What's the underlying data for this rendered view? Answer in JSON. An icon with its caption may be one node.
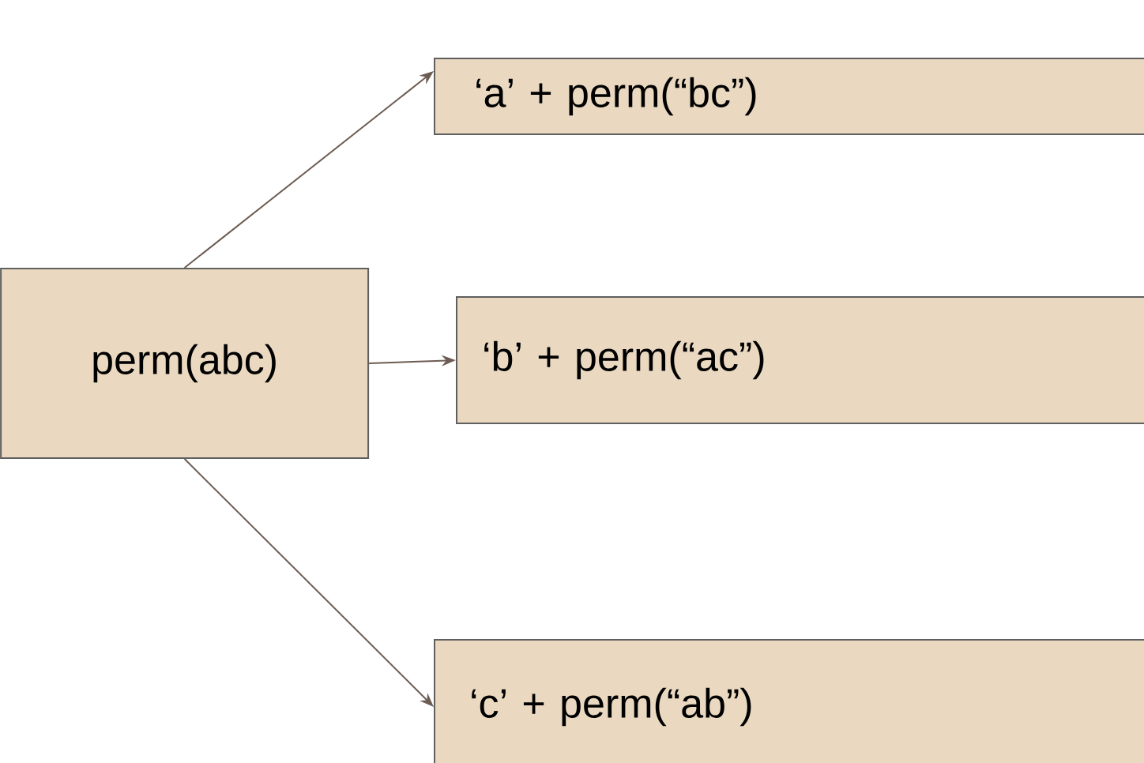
{
  "diagram": {
    "nodes": [
      {
        "text": [
          "perm(abc)"
        ]
      },
      {
        "text": [
          "‘a’ + perm(“bc”)"
        ]
      },
      {
        "text": [
          "‘b’ + perm(“ac”)"
        ]
      },
      {
        "text": [
          "‘c’ + perm(“ab”)"
        ]
      }
    ],
    "edges": [
      {
        "from": 0,
        "to": 1,
        "arrow": "to"
      },
      {
        "from": 0,
        "to": 2,
        "arrow": "to"
      },
      {
        "from": 0,
        "to": 3,
        "arrow": "to"
      }
    ]
  }
}
